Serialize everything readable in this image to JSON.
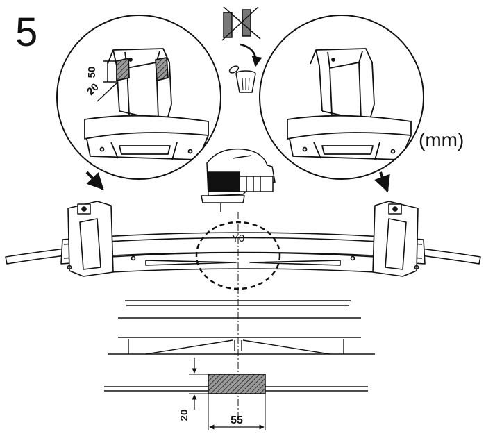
{
  "step_number": "5",
  "unit_label": "(mm)",
  "center_label": "Y0",
  "detail_left": {
    "dim_height": "50",
    "dim_depth": "20"
  },
  "cut_section": {
    "dim_height": "20",
    "dim_width": "55"
  },
  "icons": [
    "discard-parts-icon",
    "trash-bin-icon",
    "jigsaw-icon",
    "arrow-down-icon"
  ],
  "colors": {
    "line": "#111111",
    "hatch": "#555555"
  }
}
